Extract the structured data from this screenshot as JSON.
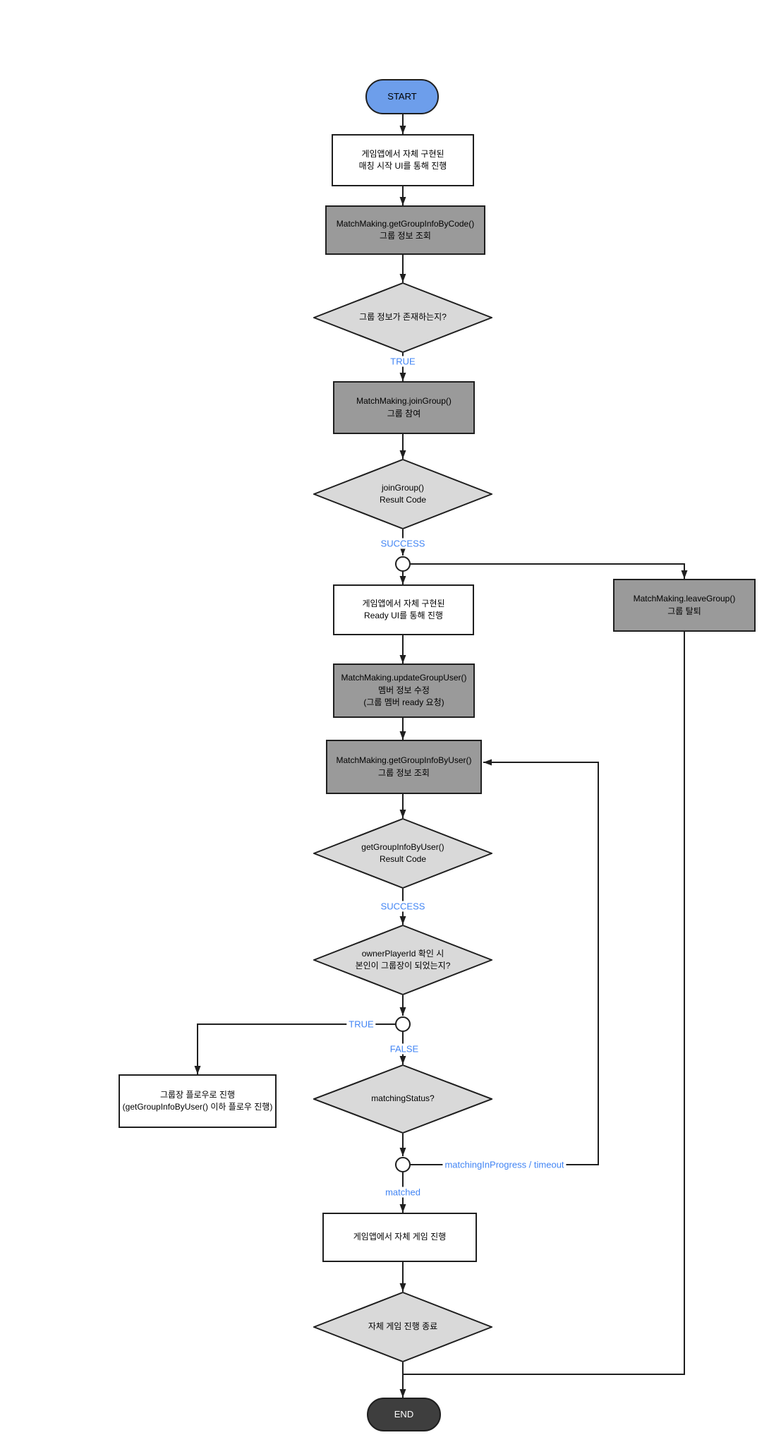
{
  "diagram": {
    "nodes": {
      "start": {
        "label": "START"
      },
      "matching_ui": {
        "lines": [
          "게임앱에서 자체 구현된",
          "매칭 시작 UI를 통해 진행"
        ]
      },
      "get_group_info_by_code": {
        "lines": [
          "MatchMaking.getGroupInfoByCode()",
          "그룹 정보 조회"
        ]
      },
      "group_exists_decision": {
        "lines": [
          "그룹 정보가 존재하는지?"
        ]
      },
      "join_group": {
        "lines": [
          "MatchMaking.joinGroup()",
          "그룹 참여"
        ]
      },
      "join_group_result_decision": {
        "lines": [
          "joinGroup()",
          "Result Code"
        ]
      },
      "ready_ui": {
        "lines": [
          "게임앱에서 자체 구현된",
          "Ready UI를 통해 진행"
        ]
      },
      "update_group_user": {
        "lines": [
          "MatchMaking.updateGroupUser()",
          "멤버 정보 수정",
          "(그룹 멤버 ready 요청)"
        ]
      },
      "get_group_info_by_user": {
        "lines": [
          "MatchMaking.getGroupInfoByUser()",
          "그룹 정보 조회"
        ]
      },
      "get_group_info_result_decision": {
        "lines": [
          "getGroupInfoByUser()",
          "Result Code"
        ]
      },
      "owner_check_decision": {
        "lines": [
          "ownerPlayerId 확인 시",
          "본인이 그룹장이 되었는지?"
        ]
      },
      "owner_flow": {
        "lines": [
          "그룹장 플로우로 진행",
          "(getGroupInfoByUser() 이하 플로우 진행)"
        ]
      },
      "matching_status_decision": {
        "lines": [
          "matchingStatus?"
        ]
      },
      "game_play": {
        "lines": [
          "게임앱에서 자체 게임 진행"
        ]
      },
      "game_end_decision": {
        "lines": [
          "자체 게임 진행 종료"
        ]
      },
      "leave_group": {
        "lines": [
          "MatchMaking.leaveGroup()",
          "그룹 탈퇴"
        ]
      },
      "end": {
        "label": "END"
      }
    },
    "edge_labels": {
      "true_group_exists": "TRUE",
      "success_join_group": "SUCCESS",
      "success_get_group_info": "SUCCESS",
      "true_owner": "TRUE",
      "false_owner": "FALSE",
      "matching_in_progress_timeout": "matchingInProgress / timeout",
      "matched": "matched"
    },
    "colors": {
      "start_fill": "#6d9eeb",
      "end_fill": "#3e3e3e",
      "process_gray_fill": "#9a9a9a",
      "decision_fill": "#d9d9d9",
      "edge_label_color": "#4285f4",
      "stroke": "#1f1f1f"
    }
  }
}
